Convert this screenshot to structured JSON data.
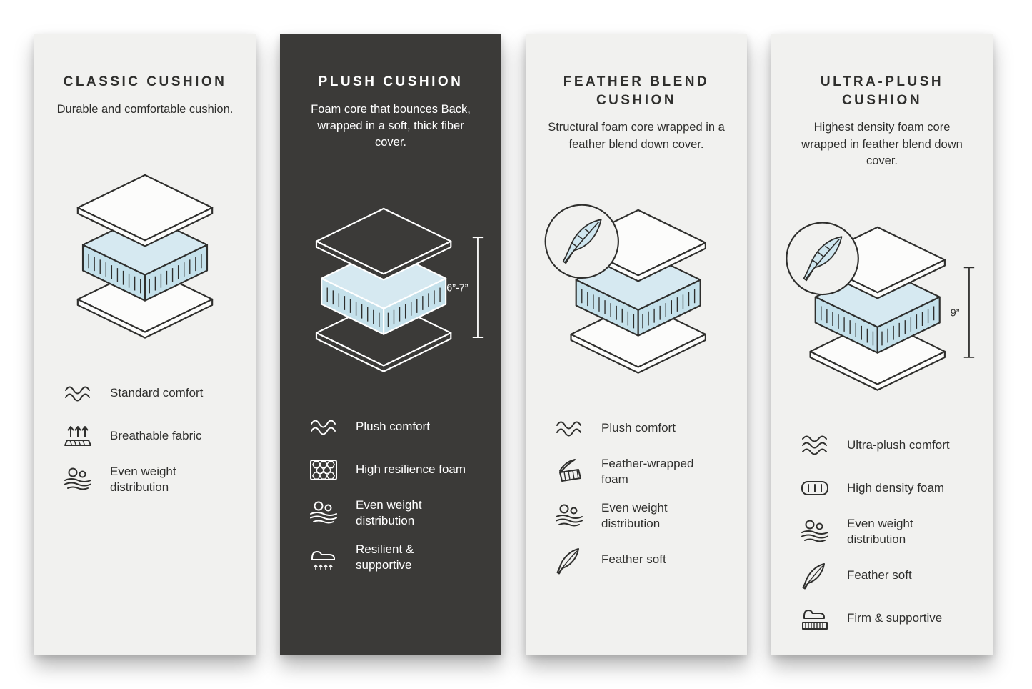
{
  "colors": {
    "page_background": "#ffffff",
    "light_panel": "#f1f1ef",
    "dark_panel": "#3b3a38",
    "outline_dark": "#2f2f2d",
    "outline_light": "#ffffff",
    "foam_blue_top": "#d6e9f1",
    "foam_blue_side": "#c5e1eb"
  },
  "cards": [
    {
      "theme": "light",
      "title": "CLASSIC CUSHION",
      "description": "Durable and comfortable cushion.",
      "features": [
        {
          "icon": "wave-comfort-icon",
          "label": "Standard comfort"
        },
        {
          "icon": "breathable-fabric-icon",
          "label": "Breathable fabric"
        },
        {
          "icon": "even-weight-icon",
          "label": "Even weight distribution"
        }
      ]
    },
    {
      "theme": "dark",
      "title": "PLUSH CUSHION",
      "description": "Foam core that bounces Back, wrapped in a soft, thick fiber cover.",
      "height_label": "6”-7”",
      "features": [
        {
          "icon": "wave-comfort-icon",
          "label": "Plush comfort"
        },
        {
          "icon": "resilience-foam-icon",
          "label": "High resilience foam"
        },
        {
          "icon": "even-weight-icon",
          "label": "Even weight distribution"
        },
        {
          "icon": "resilient-supportive-icon",
          "label": "Resilient & supportive"
        }
      ]
    },
    {
      "theme": "light",
      "title": "FEATHER BLEND CUSHION",
      "description": "Structural foam core wrapped in a feather blend down cover.",
      "features": [
        {
          "icon": "wave-comfort-icon",
          "label": "Plush comfort"
        },
        {
          "icon": "feather-wrapped-foam-icon",
          "label": "Feather-wrapped foam"
        },
        {
          "icon": "even-weight-icon",
          "label": "Even weight distribution"
        },
        {
          "icon": "feather-icon",
          "label": "Feather soft"
        }
      ]
    },
    {
      "theme": "light",
      "title": "ULTRA-PLUSH CUSHION",
      "description": "Highest density foam core wrapped in feather blend down cover.",
      "height_label": "9”",
      "features": [
        {
          "icon": "wave-comfort-icon",
          "label": "Ultra-plush comfort"
        },
        {
          "icon": "high-density-foam-icon",
          "label": "High density foam"
        },
        {
          "icon": "even-weight-icon",
          "label": "Even weight distribution"
        },
        {
          "icon": "feather-icon",
          "label": "Feather soft"
        },
        {
          "icon": "firm-supportive-icon",
          "label": "Firm & supportive"
        }
      ]
    }
  ]
}
